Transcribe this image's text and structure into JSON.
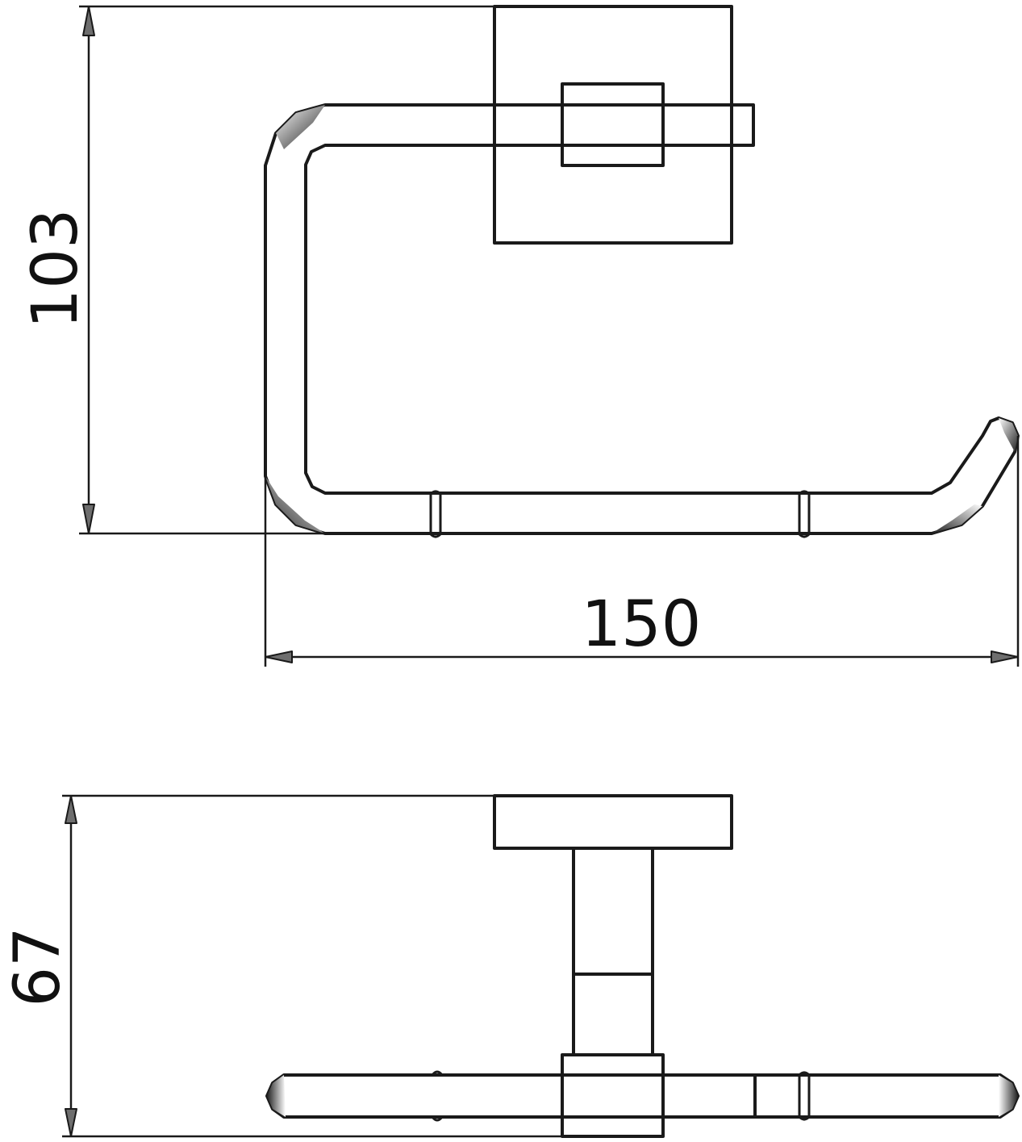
{
  "dimensions": {
    "height_front": "103",
    "width_front": "150",
    "depth_top": "67"
  },
  "colors": {
    "line": "#1a1a1a",
    "arrow_fill": "#6e6e6e",
    "shade_dark": "#1f1f1f",
    "background": "#ffffff"
  }
}
